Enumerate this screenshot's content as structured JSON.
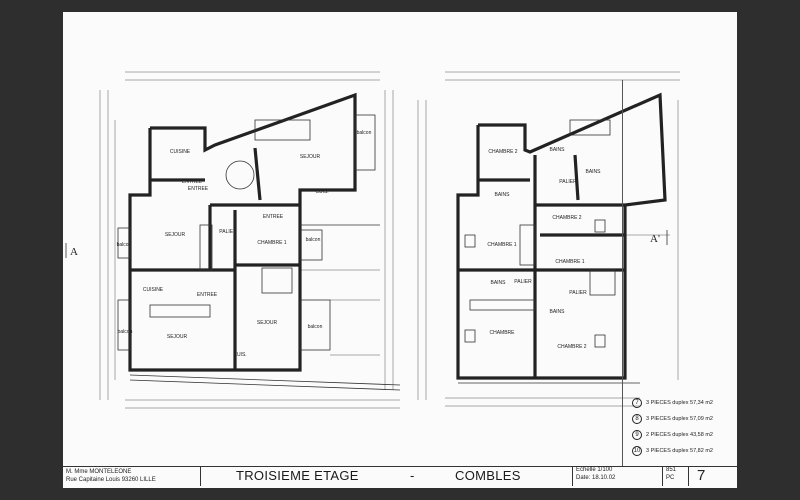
{
  "sheet": {
    "title_left": "TROISIEME ETAGE",
    "separator": "-",
    "title_right": "COMBLES",
    "client_line1": "M. Mme MONTELEONE",
    "client_line2": "Rue Capitaine Louis 93260 LILLE",
    "scale": "Echelle 1/100",
    "date": "Date:  18.10.02",
    "ref_top": "851",
    "ref_bottom": "PC",
    "page_number": "7"
  },
  "sections": {
    "left": "A",
    "right": "A'"
  },
  "left_plan": {
    "rooms": [
      "CUISINE",
      "SEJOUR",
      "ENTREE",
      "ENTREE",
      "SEJOUR",
      "PALIER",
      "ENTREE",
      "CHAMBRE 1",
      "CUISINE",
      "ENTREE",
      "SEJOUR",
      "SEJOUR",
      "CUIS.",
      "CUIS.",
      "balcon",
      "balcon",
      "balcon",
      "balcon",
      "balcon"
    ]
  },
  "right_plan": {
    "rooms": [
      "CHAMBRE 2",
      "BAINS",
      "BAINS",
      "PALIER",
      "BAINS",
      "CHAMBRE 2",
      "CHAMBRE 1",
      "CHAMBRE 1",
      "BAINS",
      "PALIER",
      "PALIER",
      "BAINS",
      "CHAMBRE",
      "CHAMBRE 2"
    ]
  },
  "legend": [
    {
      "num": "7",
      "text": "3 PIECES duplex  57,34 m2"
    },
    {
      "num": "8",
      "text": "3 PIECES duplex  57,09 m2"
    },
    {
      "num": "9",
      "text": "2 PIECES duplex  43,58 m2"
    },
    {
      "num": "10",
      "text": "3 PIECES duplex  57,82 m2"
    }
  ]
}
